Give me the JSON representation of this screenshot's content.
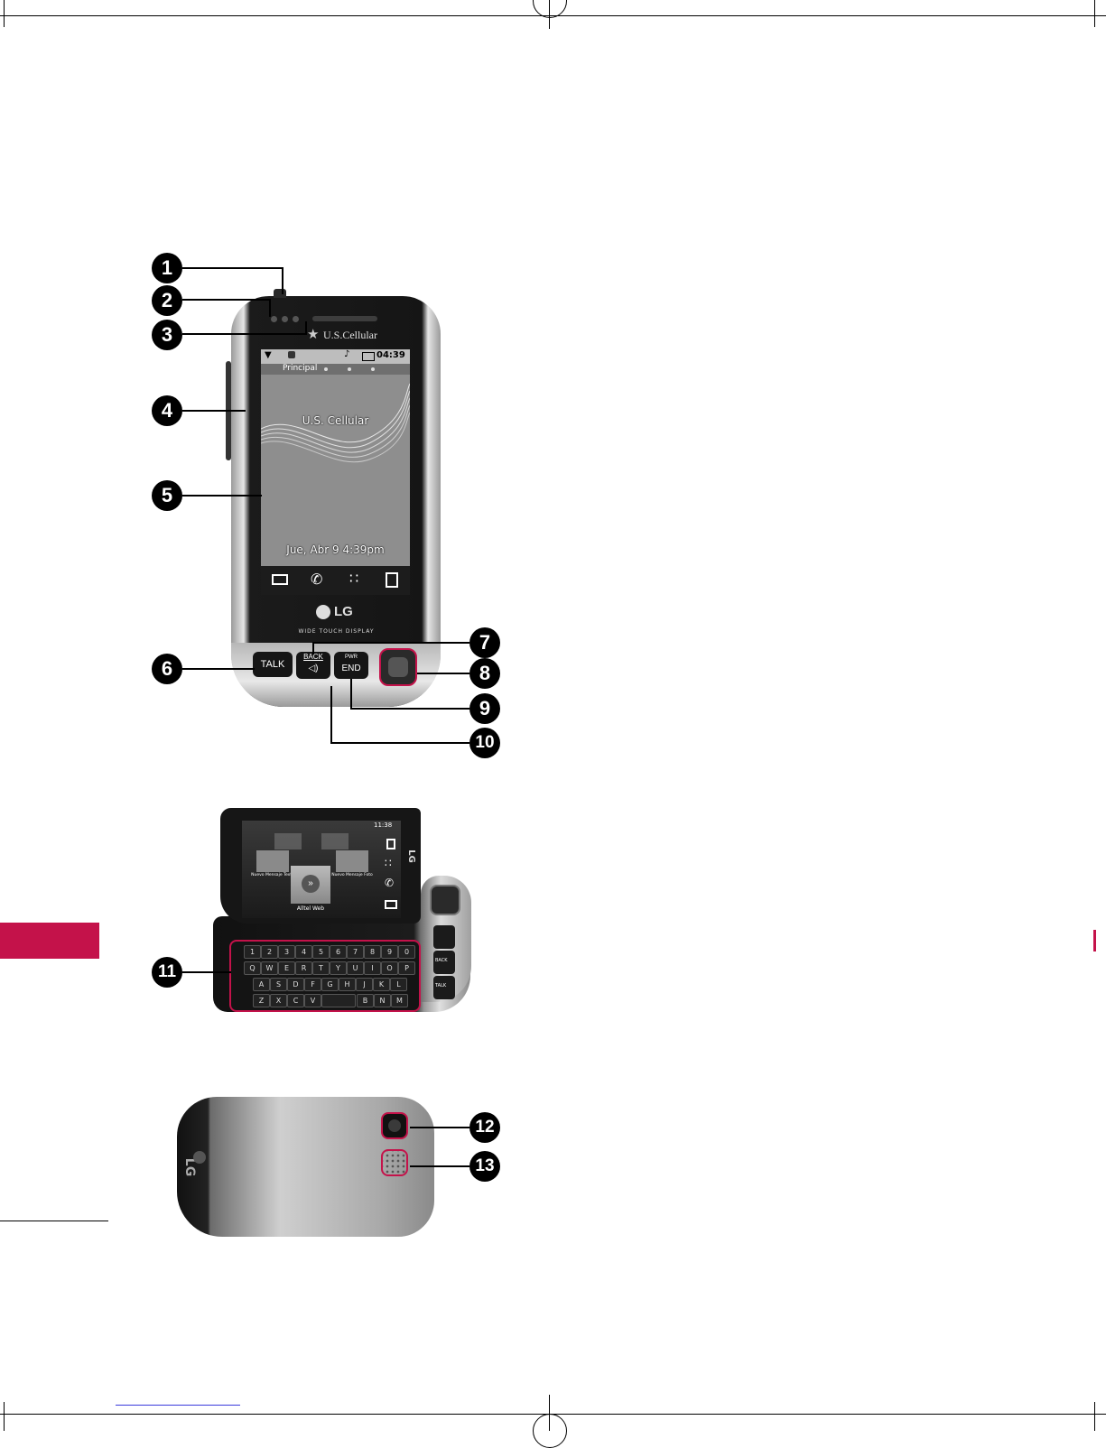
{
  "callouts": [
    "1",
    "2",
    "3",
    "4",
    "5",
    "6",
    "7",
    "8",
    "9",
    "10",
    "11",
    "12",
    "13"
  ],
  "front_phone": {
    "carrier_logo": "U.S.Cellular",
    "status_time": "04:39",
    "screen_tab": "Principal",
    "screen_carrier": "U.S. Cellular",
    "screen_date": "Jue, Abr 9  4:39pm",
    "brand": "LG",
    "display_label": "WIDE TOUCH DISPLAY",
    "talk_key": "TALK",
    "back_key": "BACK",
    "pwr_label": "PWR",
    "end_key": "END"
  },
  "open_phone": {
    "status_time": "11:38",
    "tile_text_message": "Nuevo Mensaje Texto",
    "tile_photo_message": "Nuevo Mensaje Foto",
    "tile_web": "Alltel Web",
    "brand": "LG",
    "talk_key": "TALK",
    "back_key": "BACK",
    "keyboard_rows": [
      [
        "1",
        "2",
        "3",
        "4",
        "5",
        "6",
        "7",
        "8",
        "9",
        "0"
      ],
      [
        "Q",
        "W",
        "E",
        "R",
        "T",
        "Y",
        "U",
        "I",
        "O",
        "P"
      ],
      [
        "A",
        "S",
        "D",
        "F",
        "G",
        "H",
        "J",
        "K",
        "L"
      ],
      [
        "Z",
        "X",
        "C",
        "V",
        "B",
        "N",
        "M"
      ]
    ]
  },
  "back_phone": {
    "brand": "LG"
  },
  "colors": {
    "accent": "#c4124a",
    "callout": "#000000",
    "screen_grey": "#8e8e8e",
    "body_silver": "#c8c8c8"
  },
  "icons": [
    "signal-icon",
    "alarm-icon",
    "battery-icon",
    "mail-icon",
    "call-icon",
    "menu-dots-icon",
    "contacts-icon",
    "lg-logo-icon",
    "star-icon",
    "registration-mark-icon"
  ]
}
